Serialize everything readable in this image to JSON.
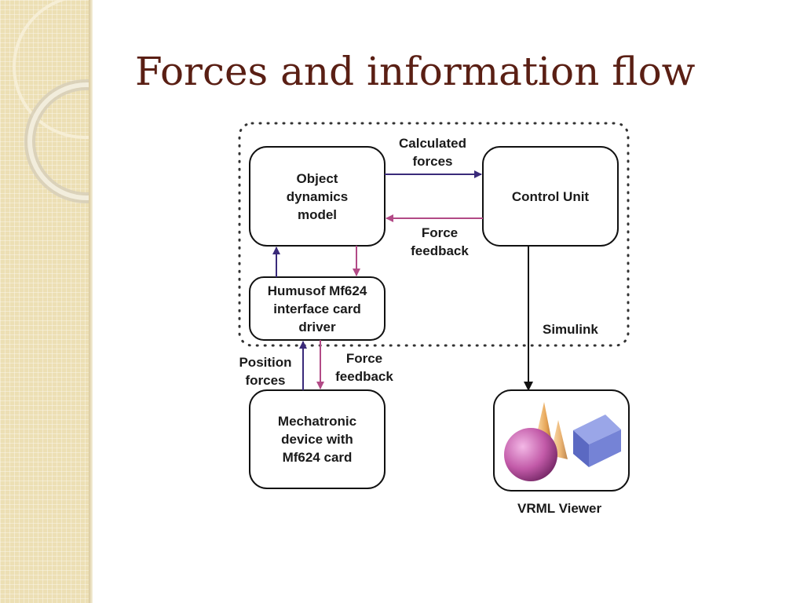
{
  "slide": {
    "title": "Forces and information flow"
  },
  "theme": {
    "panel_color": "#ecdfb4",
    "title_color": "#5a1f14",
    "arrow_blue": "#3a2a7a",
    "arrow_magenta": "#b24a86"
  },
  "diagram": {
    "nodes": {
      "object_dynamics": "Object\ndynamics\nmodel",
      "control_unit": "Control Unit",
      "interface_driver": "Humusof Mf624\ninterface card\ndriver",
      "mechatronic_device": "Mechatronic\ndevice with\nMf624 card",
      "vrml_viewer": "VRML Viewer"
    },
    "edges": {
      "calculated_forces": "Calculated\nforces",
      "force_feedback_top": "Force\nfeedback",
      "simulink": "Simulink",
      "position_forces": "Position\nforces",
      "force_feedback_bottom": "Force\nfeedback"
    }
  }
}
